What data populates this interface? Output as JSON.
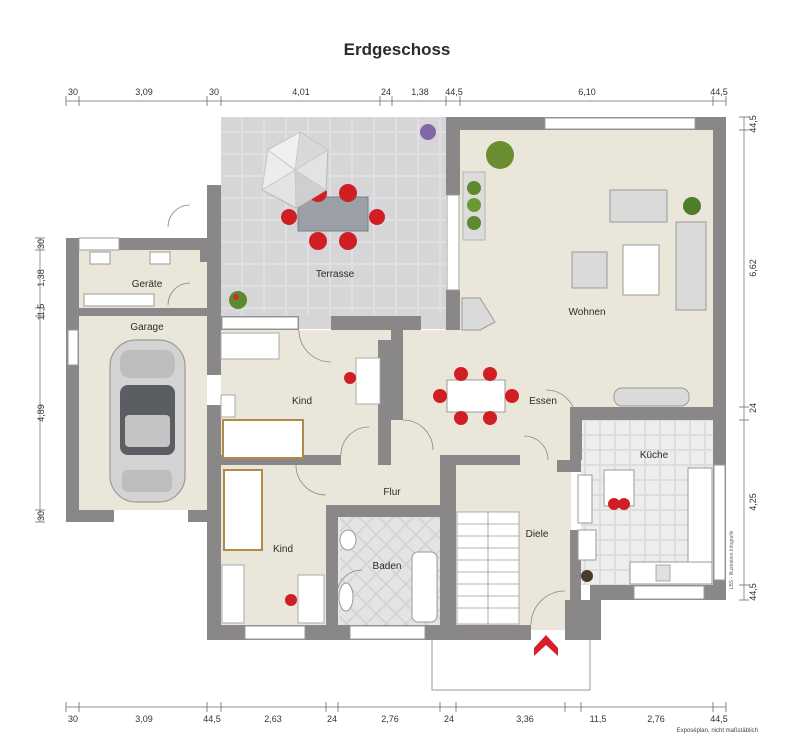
{
  "title": "Erdgeschoss",
  "note": "Exposéplan, nicht maßstäblich",
  "credit": "LBS - Illustration.Infografik",
  "rooms": {
    "terrasse": "Terrasse",
    "geraete": "Geräte",
    "garage": "Garage",
    "kind1": "Kind",
    "wohnen": "Wohnen",
    "essen": "Essen",
    "kueche": "Küche",
    "flur": "Flur",
    "kind2": "Kind",
    "baden": "Baden",
    "diele": "Diele"
  },
  "dims_top": [
    "30",
    "3,09",
    "30",
    "4,01",
    "24",
    "1,38",
    "44,5",
    "6,10",
    "44,5"
  ],
  "dims_bottom": [
    "30",
    "3,09",
    "44,5",
    "2,63",
    "24",
    "2,76",
    "24",
    "3,36",
    "11,5",
    "2,76",
    "44,5"
  ],
  "dims_left": [
    "30",
    "1,38",
    "11,5",
    "4,89",
    "30"
  ],
  "dims_right": [
    "44,5",
    "6,62",
    "24",
    "4,25",
    "44,5"
  ],
  "colors": {
    "wall": "#8a8788",
    "floor": "#eae7da",
    "tile": "#d4d4d6",
    "bath_tile": "#e2e2e2",
    "kitchen_tile": "#e8ebec",
    "chair": "#cf1f25",
    "plant": "#5d8a2e",
    "entrance_arrow": "#d9202a"
  }
}
